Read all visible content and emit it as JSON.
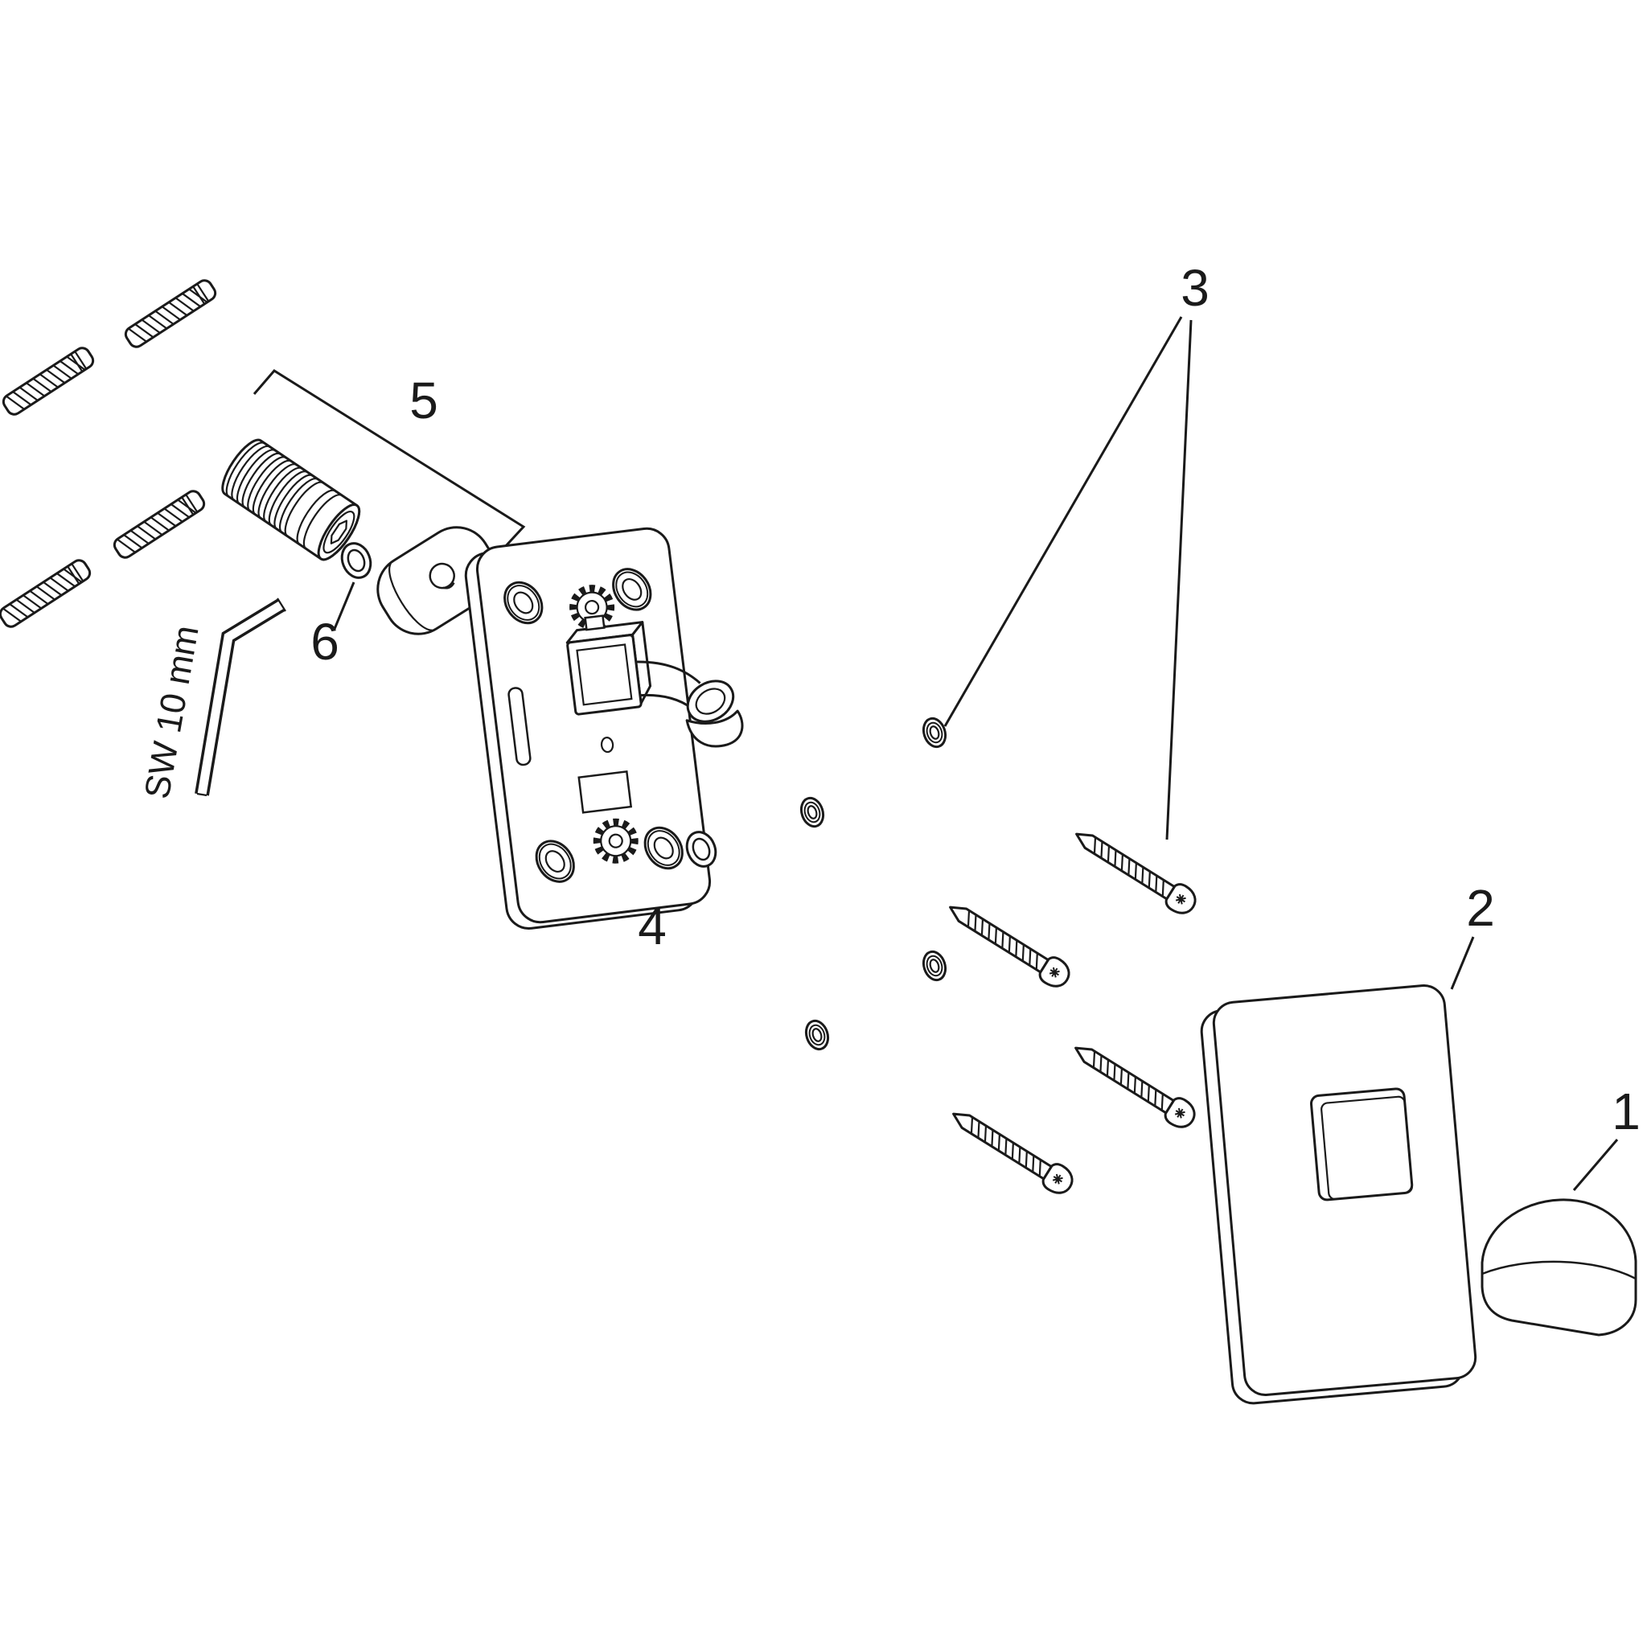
{
  "colors": {
    "line": "#1a1a1a",
    "background": "#ffffff"
  },
  "labels": {
    "callout_1": "1",
    "callout_2": "2",
    "callout_3": "3",
    "callout_4": "4",
    "callout_5": "5",
    "callout_6": "6",
    "allen_key_size": "SW 10 mm"
  },
  "parts": [
    {
      "callout": "1",
      "name": "handle-knob"
    },
    {
      "callout": "2",
      "name": "cover-plate"
    },
    {
      "callout": "3",
      "name": "screws-and-washers"
    },
    {
      "callout": "4",
      "name": "o-ring"
    },
    {
      "callout": "5",
      "name": "threaded-adapter-with-escutcheon-seal"
    },
    {
      "callout": "6",
      "name": "o-ring"
    },
    {
      "name": "wall-anchor",
      "count": 4
    },
    {
      "name": "allen-key",
      "label": "SW 10 mm"
    },
    {
      "name": "mounting-bracket-plate"
    }
  ]
}
